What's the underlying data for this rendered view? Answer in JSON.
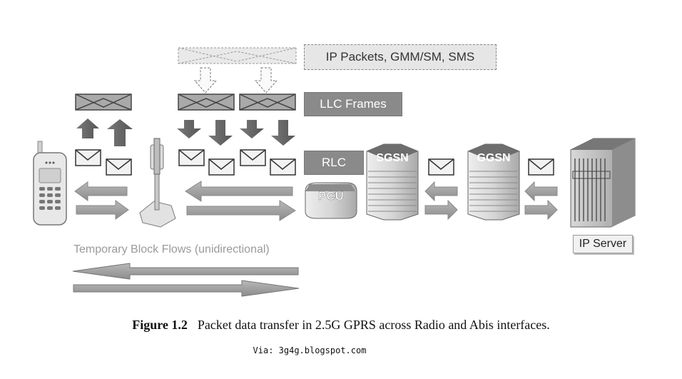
{
  "labels": {
    "ip_packets": "IP Packets, GMM/SM, SMS",
    "llc_frames": "LLC Frames",
    "rlc": "RLC",
    "pcu": "PCU",
    "sgsn": "SGSN",
    "ggsn": "GGSN",
    "ip_server": "IP Server",
    "temporary_block_flows": "Temporary Block Flows (unidirectional)"
  },
  "caption": {
    "figure": "Figure 1.2",
    "text": "Packet data transfer in 2.5G GPRS across Radio and Abis interfaces."
  },
  "credit": "Via: 3g4g.blogspot.com",
  "colors": {
    "label_fill": "#8a8a8a",
    "arrow_fill": "#9a9a9a",
    "node_fill": "#d0d0d0",
    "node_dark": "#6d6d6d"
  }
}
